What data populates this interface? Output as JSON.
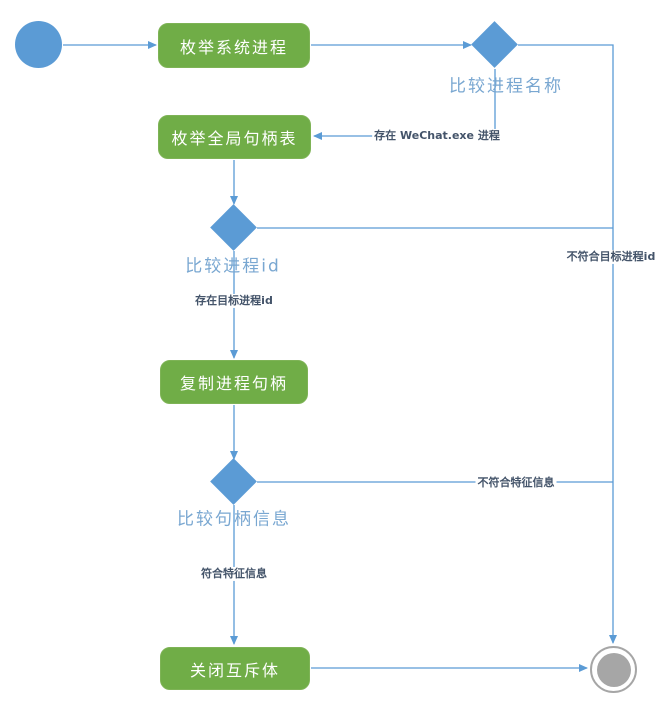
{
  "diagram": {
    "type": "activity-flowchart",
    "nodes": {
      "start": {
        "type": "initial-node"
      },
      "p1": {
        "label": "枚举系统进程"
      },
      "p2": {
        "label": "枚举全局句柄表"
      },
      "p3": {
        "label": "复制进程句柄"
      },
      "p4": {
        "label": "关闭互斥体"
      },
      "d1": {
        "label": "比较进程名称"
      },
      "d2": {
        "label": "比较进程id"
      },
      "d3": {
        "label": "比较句柄信息"
      },
      "end": {
        "type": "final-node"
      }
    },
    "edge_labels": {
      "exists_wechat_process": "存在 WeChat.exe 进程",
      "not_target_process_id": "不符合目标进程id",
      "exists_target_process_id": "存在目标进程id",
      "not_match_feature_info": "不符合特征信息",
      "match_feature_info": "符合特征信息"
    },
    "colors": {
      "shape_blue": "#5B9BD5",
      "shape_green": "#70AD47",
      "connector_blue": "#5B9BD5",
      "decision_label_blue": "#79A7D1",
      "edge_label_dark": "#44546A",
      "final_node_gray": "#A6A6A6",
      "box_text": "#FFFFFF",
      "background": "#FFFFFF"
    }
  }
}
